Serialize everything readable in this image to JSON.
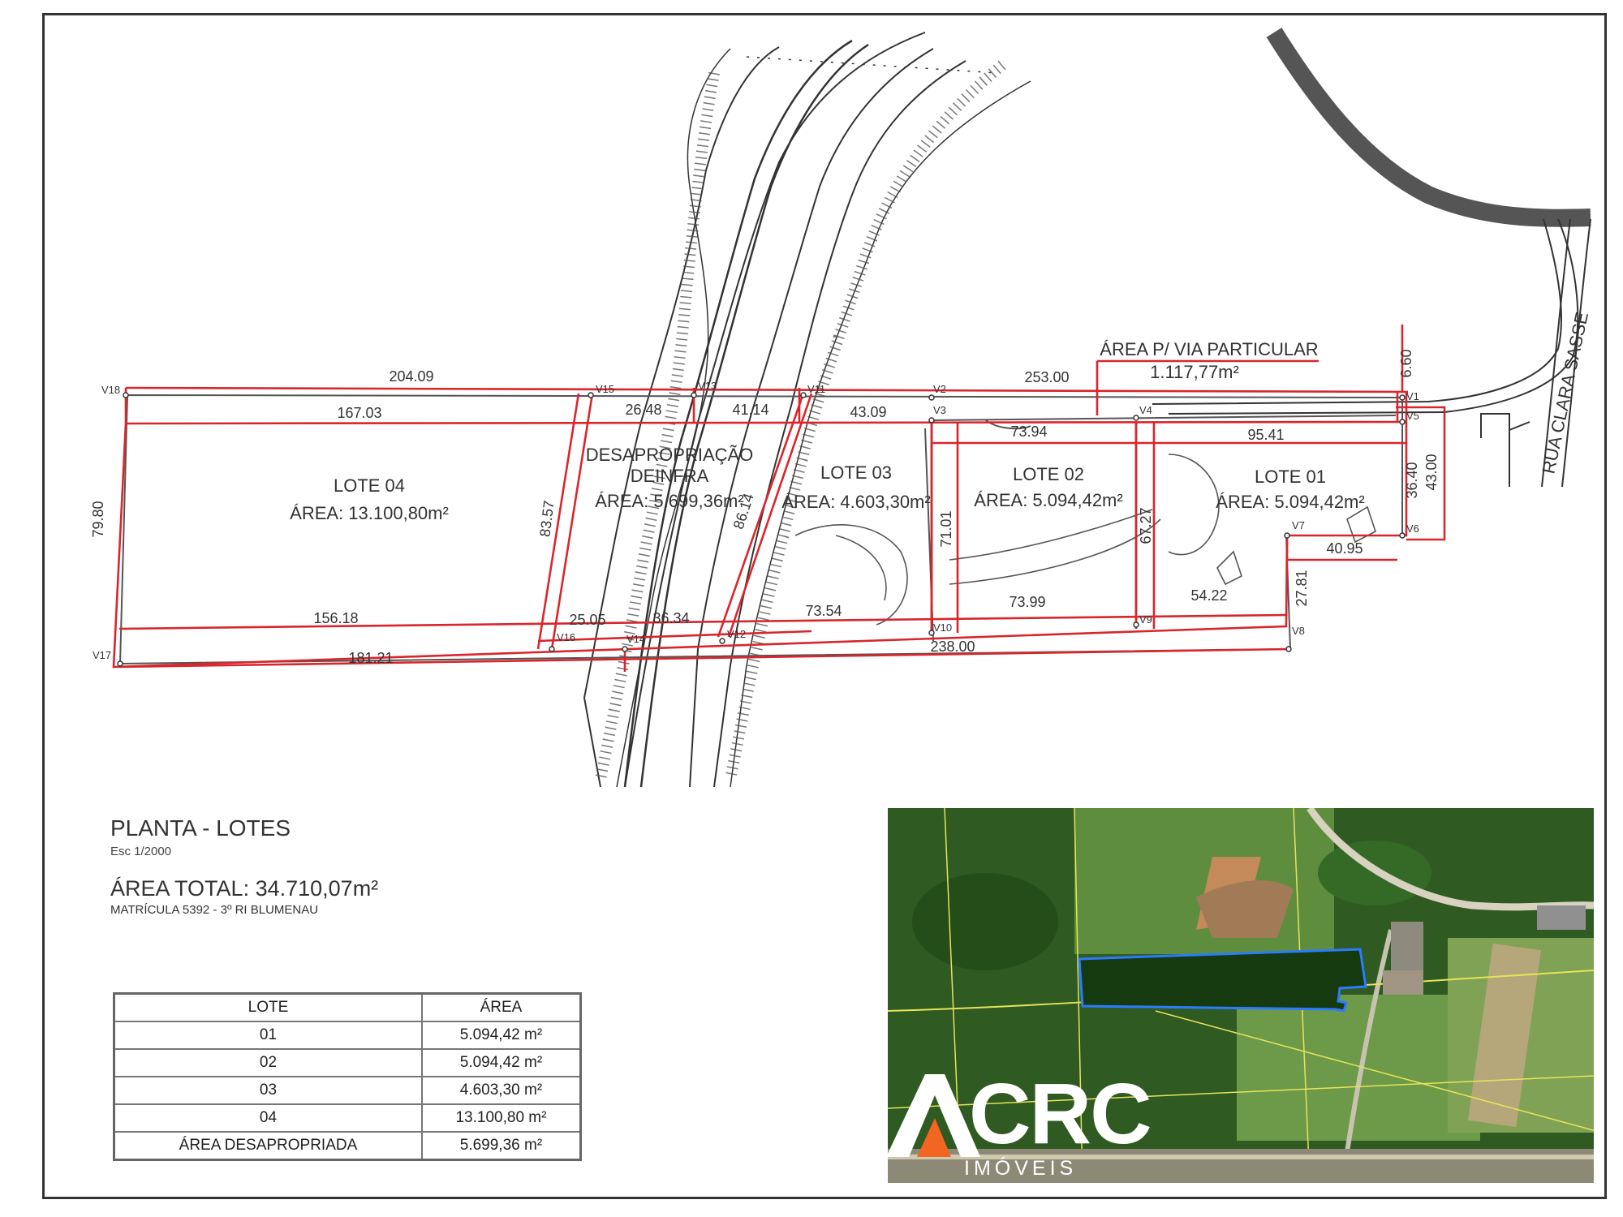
{
  "plan": {
    "lots": [
      {
        "name": "LOTE 04",
        "area": "ÁREA: 13.100,80m²"
      },
      {
        "name": "DESAPROPRIAÇÃO DEINFRA",
        "line1": "DESAPROPRIAÇÃO",
        "line2": "DEINFRA",
        "area": "ÁREA: 5.699,36m²"
      },
      {
        "name": "LOTE 03",
        "area": "ÁREA: 4.603,30m²"
      },
      {
        "name": "LOTE 02",
        "area": "ÁREA: 5.094,42m²"
      },
      {
        "name": "LOTE 01",
        "area": "ÁREA: 5.094,42m²"
      }
    ],
    "via": {
      "label": "ÁREA P/ VIA PARTICULAR",
      "area": "1.117,77m²"
    },
    "street": "RUA CLARA SASSE",
    "dimensions": [
      "204.09",
      "253.00",
      "6.60",
      "167.03",
      "26.48",
      "41.14",
      "43.09",
      "73.94",
      "95.41",
      "79.80",
      "83.57",
      "86.14",
      "71.01",
      "67.27",
      "36.40",
      "43.00",
      "40.95",
      "27.81",
      "156.18",
      "25.05",
      "36.34",
      "73.54",
      "73.99",
      "54.22",
      "181.21",
      "238.00"
    ],
    "vertices": [
      "V18",
      "V15",
      "V13",
      "V11",
      "V2",
      "V1",
      "V3",
      "V4",
      "V5",
      "V6",
      "V7",
      "V8",
      "V9",
      "V10",
      "V12",
      "V14",
      "V16",
      "V17"
    ]
  },
  "info": {
    "title": "PLANTA - LOTES",
    "scale": "Esc 1/2000",
    "total": "ÁREA TOTAL: 34.710,07m²",
    "matricula": "MATRÍCULA 5392 - 3º RI BLUMENAU"
  },
  "table": {
    "headers": [
      "LOTE",
      "ÁREA"
    ],
    "rows": [
      [
        "01",
        "5.094,42 m²"
      ],
      [
        "02",
        "5.094,42 m²"
      ],
      [
        "03",
        "4.603,30 m²"
      ],
      [
        "04",
        "13.100,80 m²"
      ],
      [
        "ÁREA DESAPROPRIADA",
        "5.699,36 m²"
      ]
    ]
  },
  "logo": {
    "name": "ACRC",
    "sub": "IMÓVEIS"
  },
  "colors": {
    "lot_line": "#d9262c",
    "linework": "#333333",
    "logo_accent": "#f26522"
  }
}
